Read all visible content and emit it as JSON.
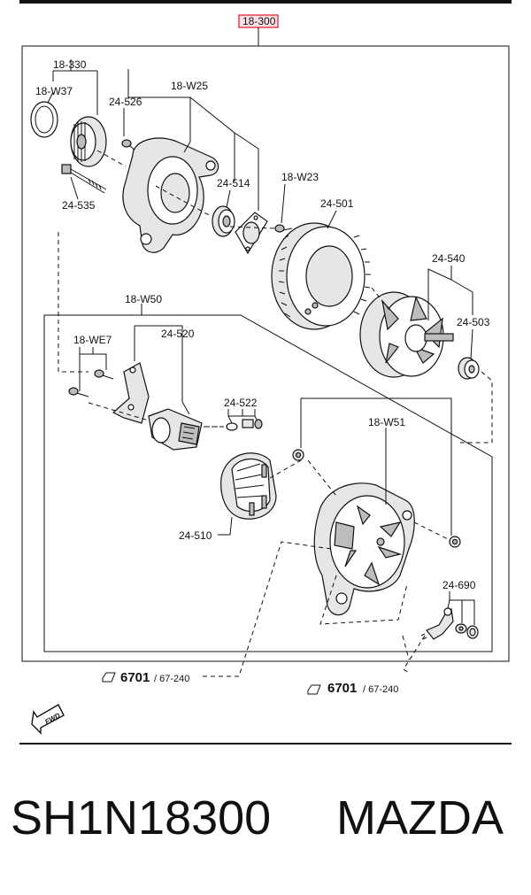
{
  "callouts": {
    "main": "18-300",
    "c18_330": "18-330",
    "c18_w37": "18-W37",
    "c24_526": "24-526",
    "c18_w25": "18-W25",
    "c24_535": "24-535",
    "c24_514": "24-514",
    "c18_w23": "18-W23",
    "c24_501": "24-501",
    "c24_540": "24-540",
    "c24_503": "24-503",
    "c18_w50": "18-W50",
    "c18_we7": "18-WE7",
    "c24_520": "24-520",
    "c24_522": "24-522",
    "c18_w51": "18-W51",
    "c24_510": "24-510",
    "c24_690": "24-690"
  },
  "references": [
    {
      "code": "6701",
      "page": "/ 67-240"
    },
    {
      "code": "6701",
      "page": "/ 67-240"
    }
  ],
  "fwd_label": "FWD",
  "part_number": "SH1N18300",
  "brand": "MAZDA",
  "colors": {
    "highlight": "#e8112d",
    "line": "#111111"
  }
}
